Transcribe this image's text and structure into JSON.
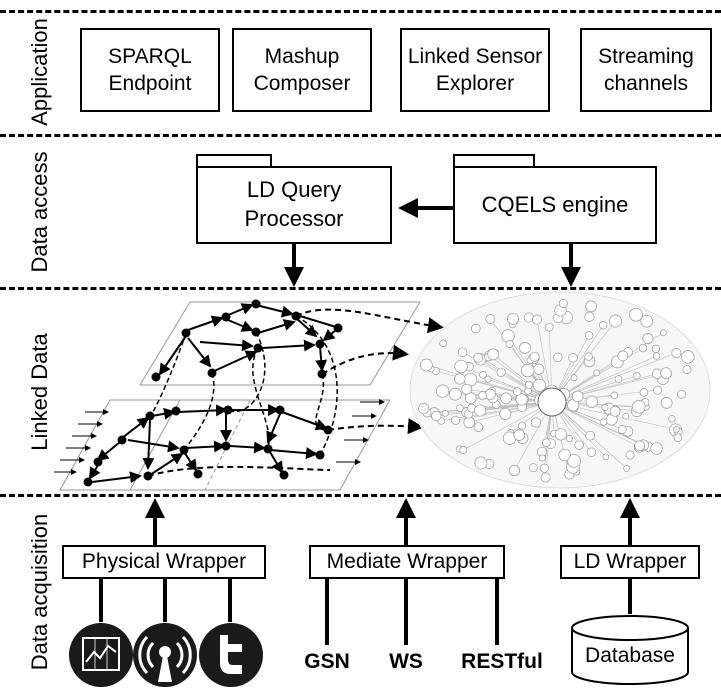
{
  "layers": {
    "application": "Application",
    "data_access": "Data access",
    "linked_data": "Linked  Data",
    "data_acquisition": "Data acquisition"
  },
  "application": {
    "sparql": "SPARQL Endpoint",
    "mashup": "Mashup Composer",
    "linked_sensor": "Linked Sensor Explorer",
    "streaming": "Streaming channels"
  },
  "data_access": {
    "ld_query": "LD Query Processor",
    "cqels": "CQELS engine"
  },
  "acquisition": {
    "physical_wrapper": "Physical Wrapper",
    "mediate_wrapper": "Mediate Wrapper",
    "ld_wrapper": "LD Wrapper",
    "gsn": "GSN",
    "ws": "WS",
    "restful": "RESTful",
    "database": "Database"
  },
  "icons": [
    "chart-icon",
    "wireless-tower-icon",
    "twitter-icon"
  ]
}
